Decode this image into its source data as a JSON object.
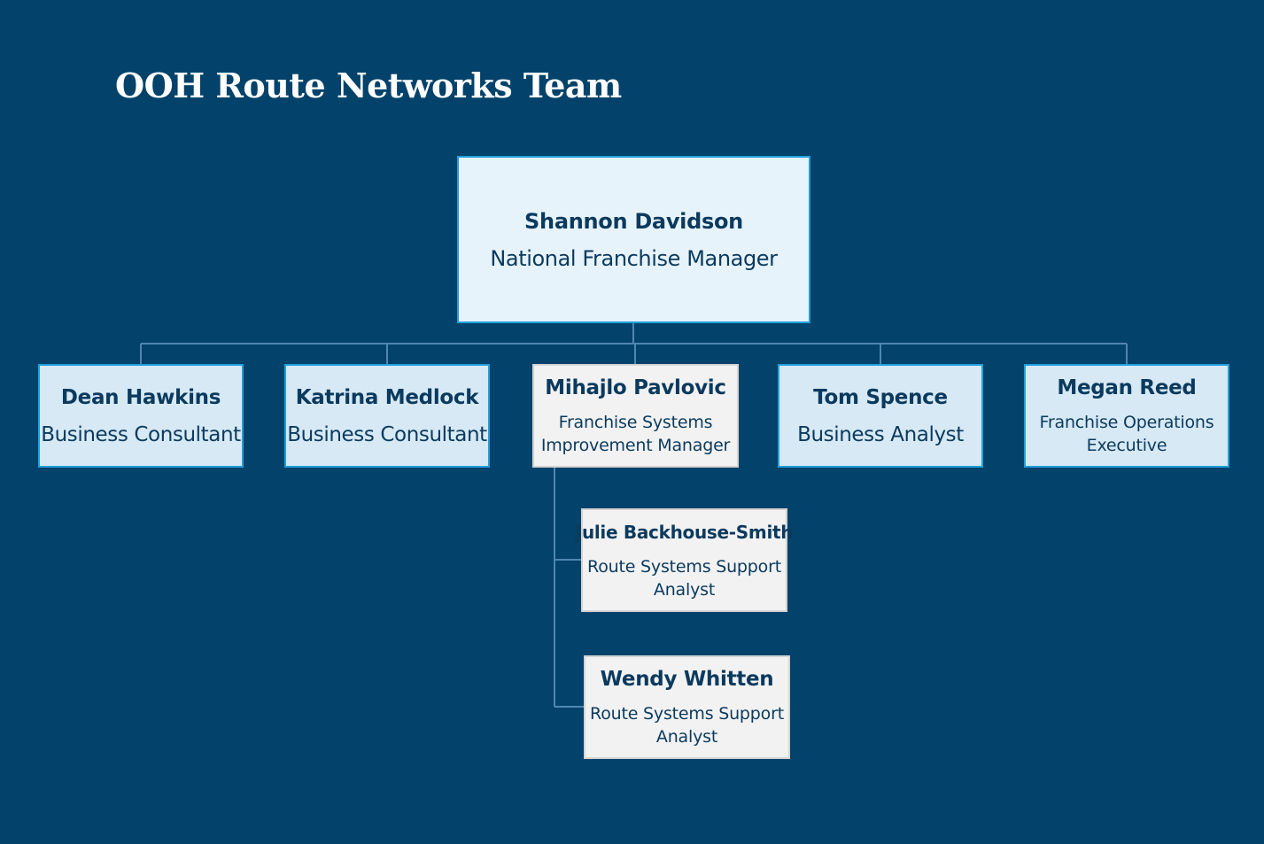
{
  "title": "OOH Route Networks Team",
  "colors": {
    "background": "#03426a",
    "connector": "#4f87b0",
    "box_blue": "#d6e9f5",
    "box_root": "#e7f3fa",
    "box_grey": "#f2f2f2",
    "border_blue": "#1fa0dc",
    "text": "#0b3a5e"
  },
  "root": {
    "name": "Shannon Davidson",
    "role": "National Franchise Manager"
  },
  "reports": [
    {
      "name": "Dean Hawkins",
      "role": "Business Consultant"
    },
    {
      "name": "Katrina Medlock",
      "role": "Business Consultant"
    },
    {
      "name": "Mihajlo Pavlovic",
      "role": "Franchise Systems Improvement Manager"
    },
    {
      "name": "Tom Spence",
      "role": "Business Analyst"
    },
    {
      "name": "Megan Reed",
      "role": "Franchise Operations Executive"
    }
  ],
  "sub_reports": [
    {
      "name": "Julie Backhouse-Smith",
      "role": "Route Systems Support Analyst"
    },
    {
      "name": "Wendy Whitten",
      "role": "Route Systems Support Analyst"
    }
  ]
}
